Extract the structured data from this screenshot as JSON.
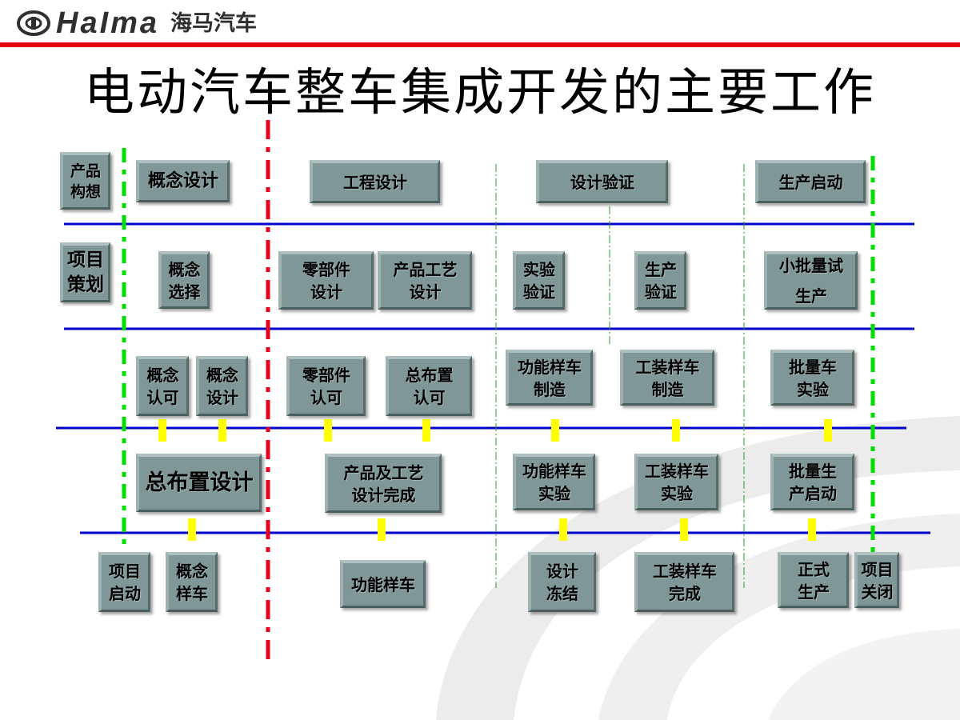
{
  "header": {
    "logo_icon": "haima-logo-icon",
    "logo_text": "HaIma",
    "logo_cn": "海马汽车"
  },
  "title": "电动汽车整车集成开发的主要工作",
  "colors": {
    "accent_red": "#e60012",
    "box_fill": "#7f9797",
    "divider_blue": "#0000cc",
    "gate_green": "#00dd00",
    "gate_red": "#e8001c",
    "marker_yellow": "#ffff00"
  },
  "diagram": {
    "row1": [
      "产品\n构想",
      "概念设计",
      "工程设计",
      "设计验证",
      "生产启动"
    ],
    "row2": [
      "项目\n策划",
      "概念\n选择",
      "零部件\n设计",
      "产品工艺\n设计",
      "实验\n验证",
      "生产\n验证",
      "小批量试\n生产"
    ],
    "row3": [
      "概念\n认可",
      "概念\n设计",
      "零部件\n认可",
      "总布置\n认可",
      "功能样车\n制造",
      "工装样车\n制造",
      "批量车\n实验"
    ],
    "row4": [
      "总布置设计",
      "产品及工艺\n设计完成",
      "功能样车\n实验",
      "工装样车\n实验",
      "批量生\n产启动"
    ],
    "row5": [
      "项目\n启动",
      "概念\n样车",
      "功能样车",
      "设计\n冻结",
      "工装样车\n完成",
      "正式\n生产",
      "项目\n关闭"
    ]
  }
}
